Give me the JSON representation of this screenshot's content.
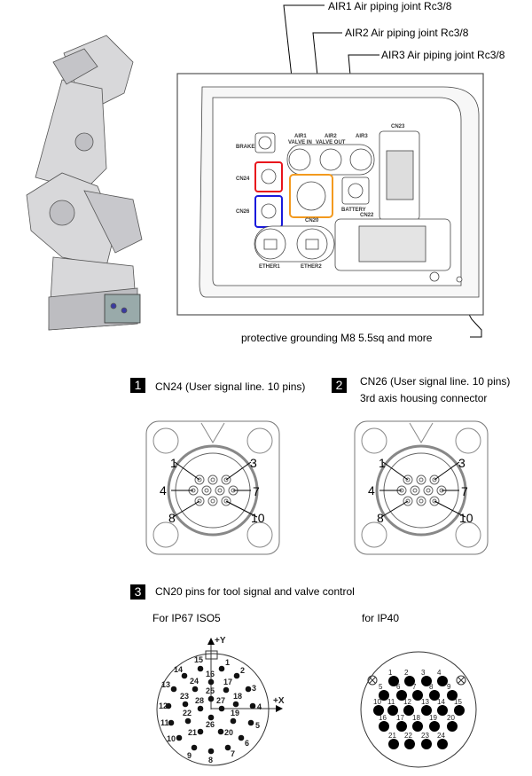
{
  "callouts": {
    "air1": "AIR1   Air piping joint   Rc3/8",
    "air2": "AIR2   Air piping joint   Rc3/8",
    "air3": "AIR3   Air piping joint   Rc3/8",
    "grounding": "protective grounding M8 5.5sq and more"
  },
  "panel": {
    "brake": "BRAKE",
    "cn24": "CN24",
    "cn26": "CN26",
    "air1": "AIR1",
    "valve_in": "VALVE IN",
    "air2": "AIR2",
    "valve_out": "VALVE OUT",
    "air3": "AIR3",
    "cn23": "CN23",
    "cn22": "CN22",
    "cn20": "CN20",
    "battery": "BATTERY",
    "ether1": "ETHER1",
    "ether2": "ETHER2",
    "highlight_colors": {
      "cn24": "#e8141c",
      "cn26": "#1a1adc",
      "cn20": "#f39a1e"
    }
  },
  "sections": [
    {
      "badge": "1",
      "title": "CN24 (User signal line. 10 pins)",
      "pin_labels": [
        "1",
        "3",
        "4",
        "7",
        "8",
        "10"
      ]
    },
    {
      "badge": "2",
      "title": "CN26 (User signal line. 10 pins)",
      "subtitle": "3rd axis housing connector",
      "pin_labels": [
        "1",
        "3",
        "4",
        "7",
        "8",
        "10"
      ]
    },
    {
      "badge": "3",
      "title": "CN20 pins for tool signal and valve control"
    }
  ],
  "cn20": {
    "ip67": {
      "label": "For IP67   ISO5",
      "axis_x": "+X",
      "axis_y": "+Y",
      "pins": [
        "1",
        "2",
        "3",
        "4",
        "5",
        "6",
        "7",
        "8",
        "9",
        "10",
        "11",
        "12",
        "13",
        "14",
        "15",
        "16",
        "17",
        "18",
        "19",
        "20",
        "21",
        "22",
        "23",
        "24",
        "25",
        "26",
        "27",
        "28"
      ]
    },
    "ip40": {
      "label": "for IP40",
      "pins": [
        "1",
        "2",
        "3",
        "4",
        "5",
        "6",
        "7",
        "8",
        "9",
        "10",
        "11",
        "12",
        "13",
        "14",
        "15",
        "16",
        "17",
        "18",
        "19",
        "20",
        "21",
        "22",
        "23",
        "24"
      ]
    }
  }
}
